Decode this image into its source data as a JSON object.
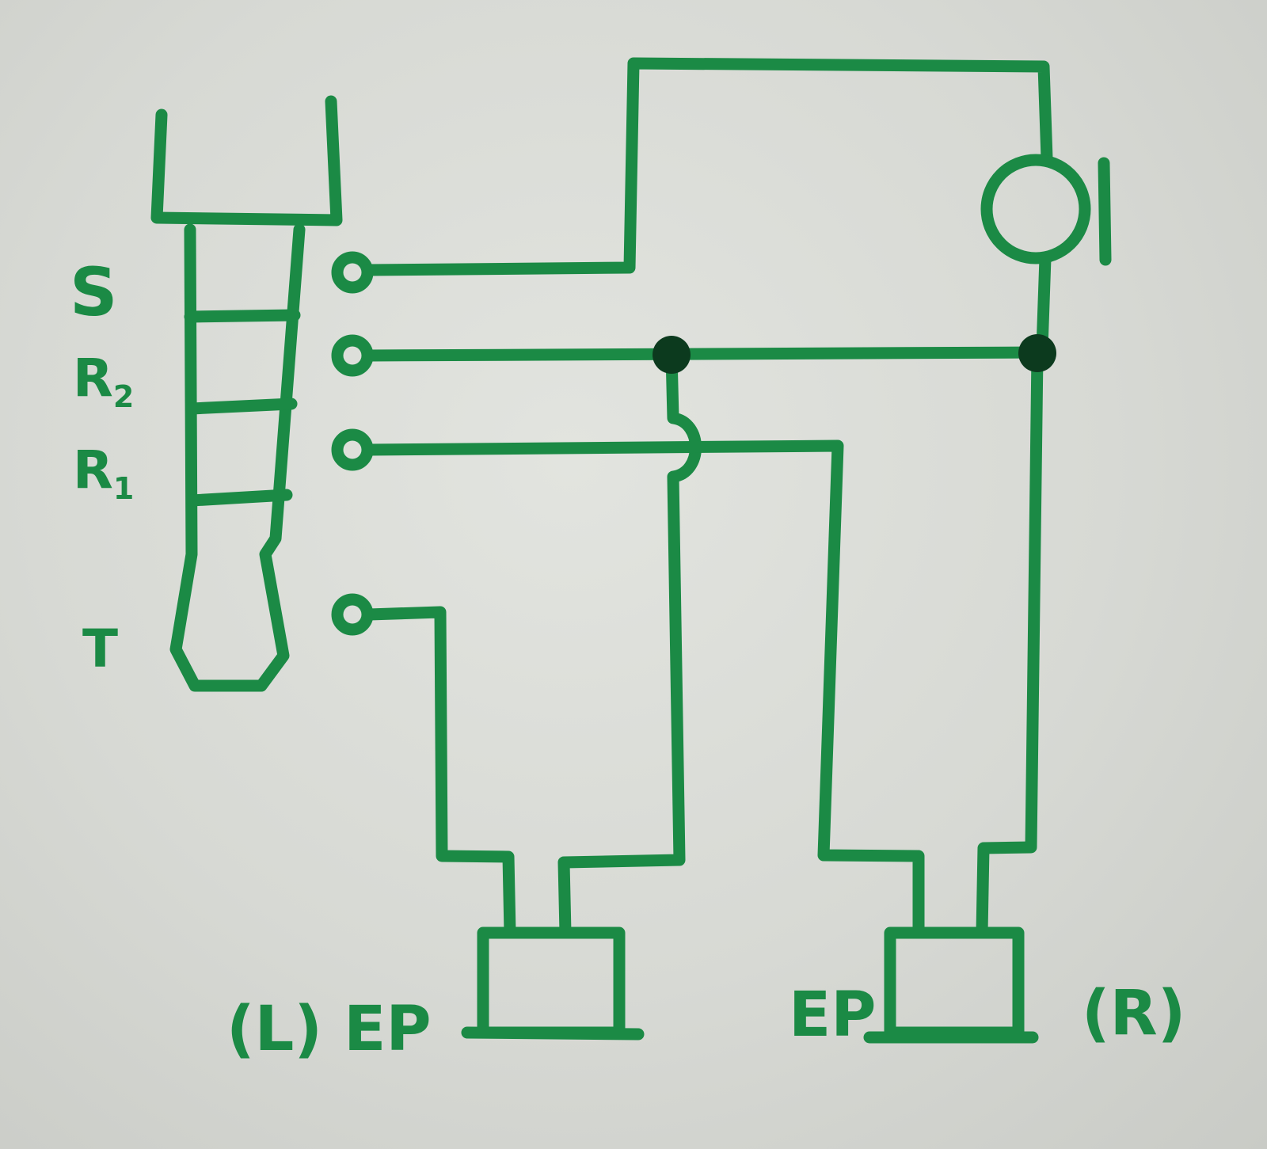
{
  "colors": {
    "ink": "#1b8a45",
    "dot": "#0c3a1e"
  },
  "labels": {
    "sleeve": "S",
    "ring2": "R",
    "ring2_sub": "2",
    "ring1": "R",
    "ring1_sub": "1",
    "tip": "T",
    "left_earpiece": "(L) EP",
    "right_earpiece_ep": "EP",
    "right_earpiece_side": "(R)"
  }
}
